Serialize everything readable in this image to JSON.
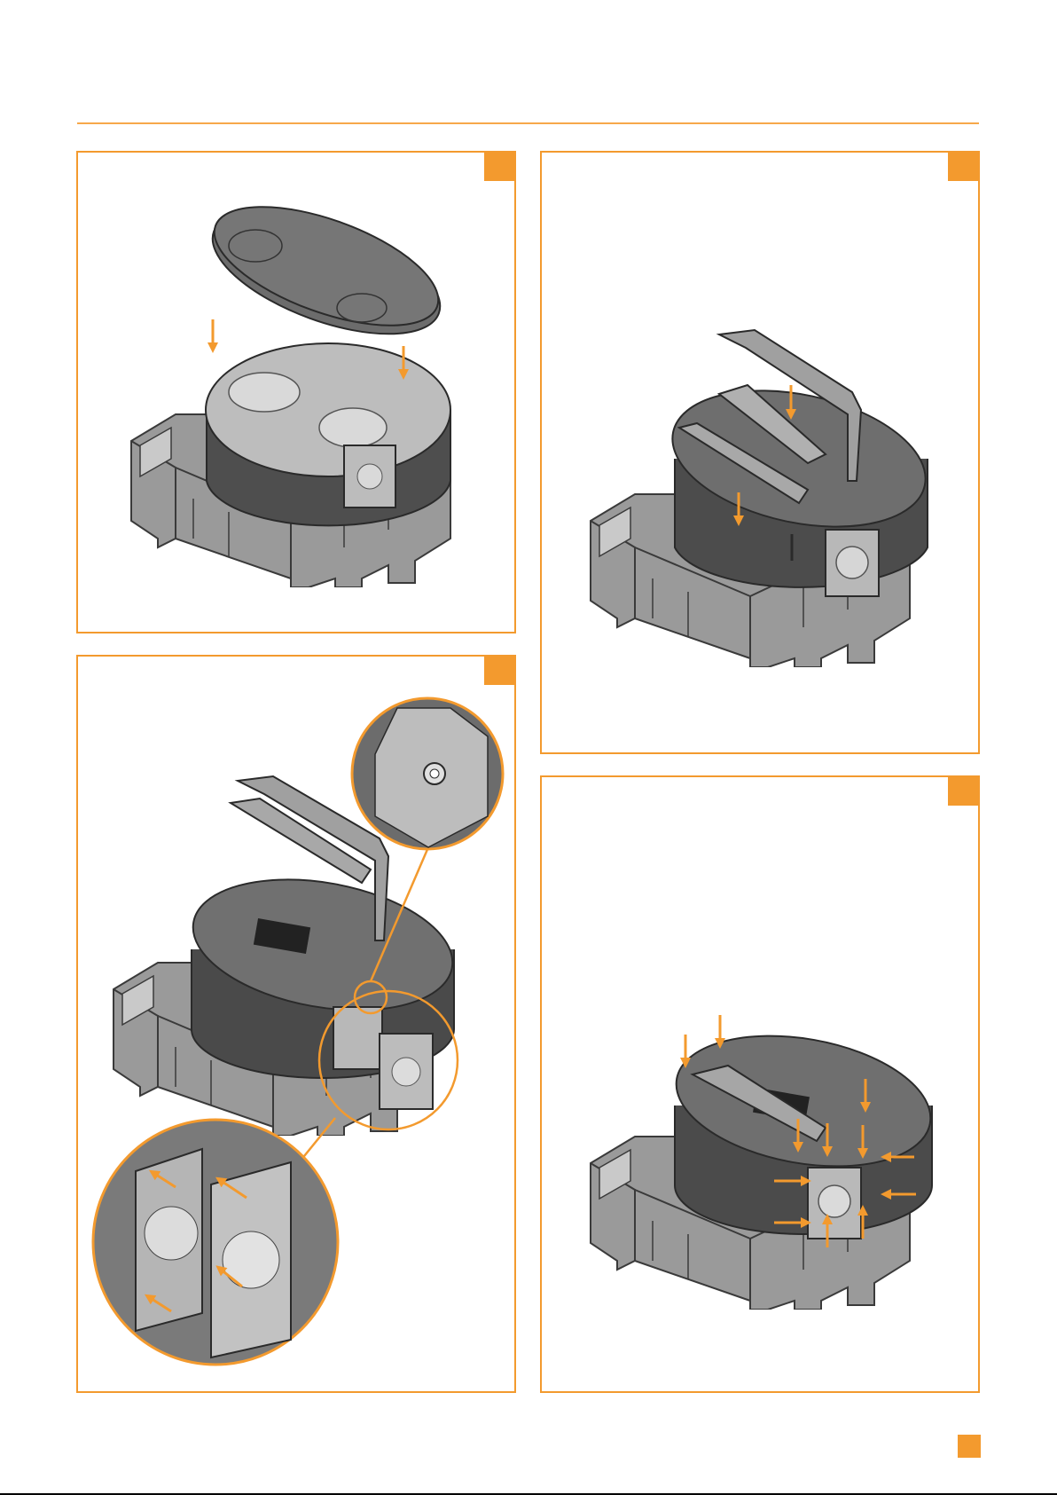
{
  "document": {
    "steps": [
      {
        "id": "a",
        "icon": "step-1-illustration-icon"
      },
      {
        "id": "b",
        "icon": "step-2-illustration-icon"
      },
      {
        "id": "c",
        "icon": "step-3-illustration-icon"
      },
      {
        "id": "d",
        "icon": "step-4-illustration-icon"
      }
    ],
    "accent_color": "#f39a2e",
    "rule_color": "#f7a84a"
  }
}
